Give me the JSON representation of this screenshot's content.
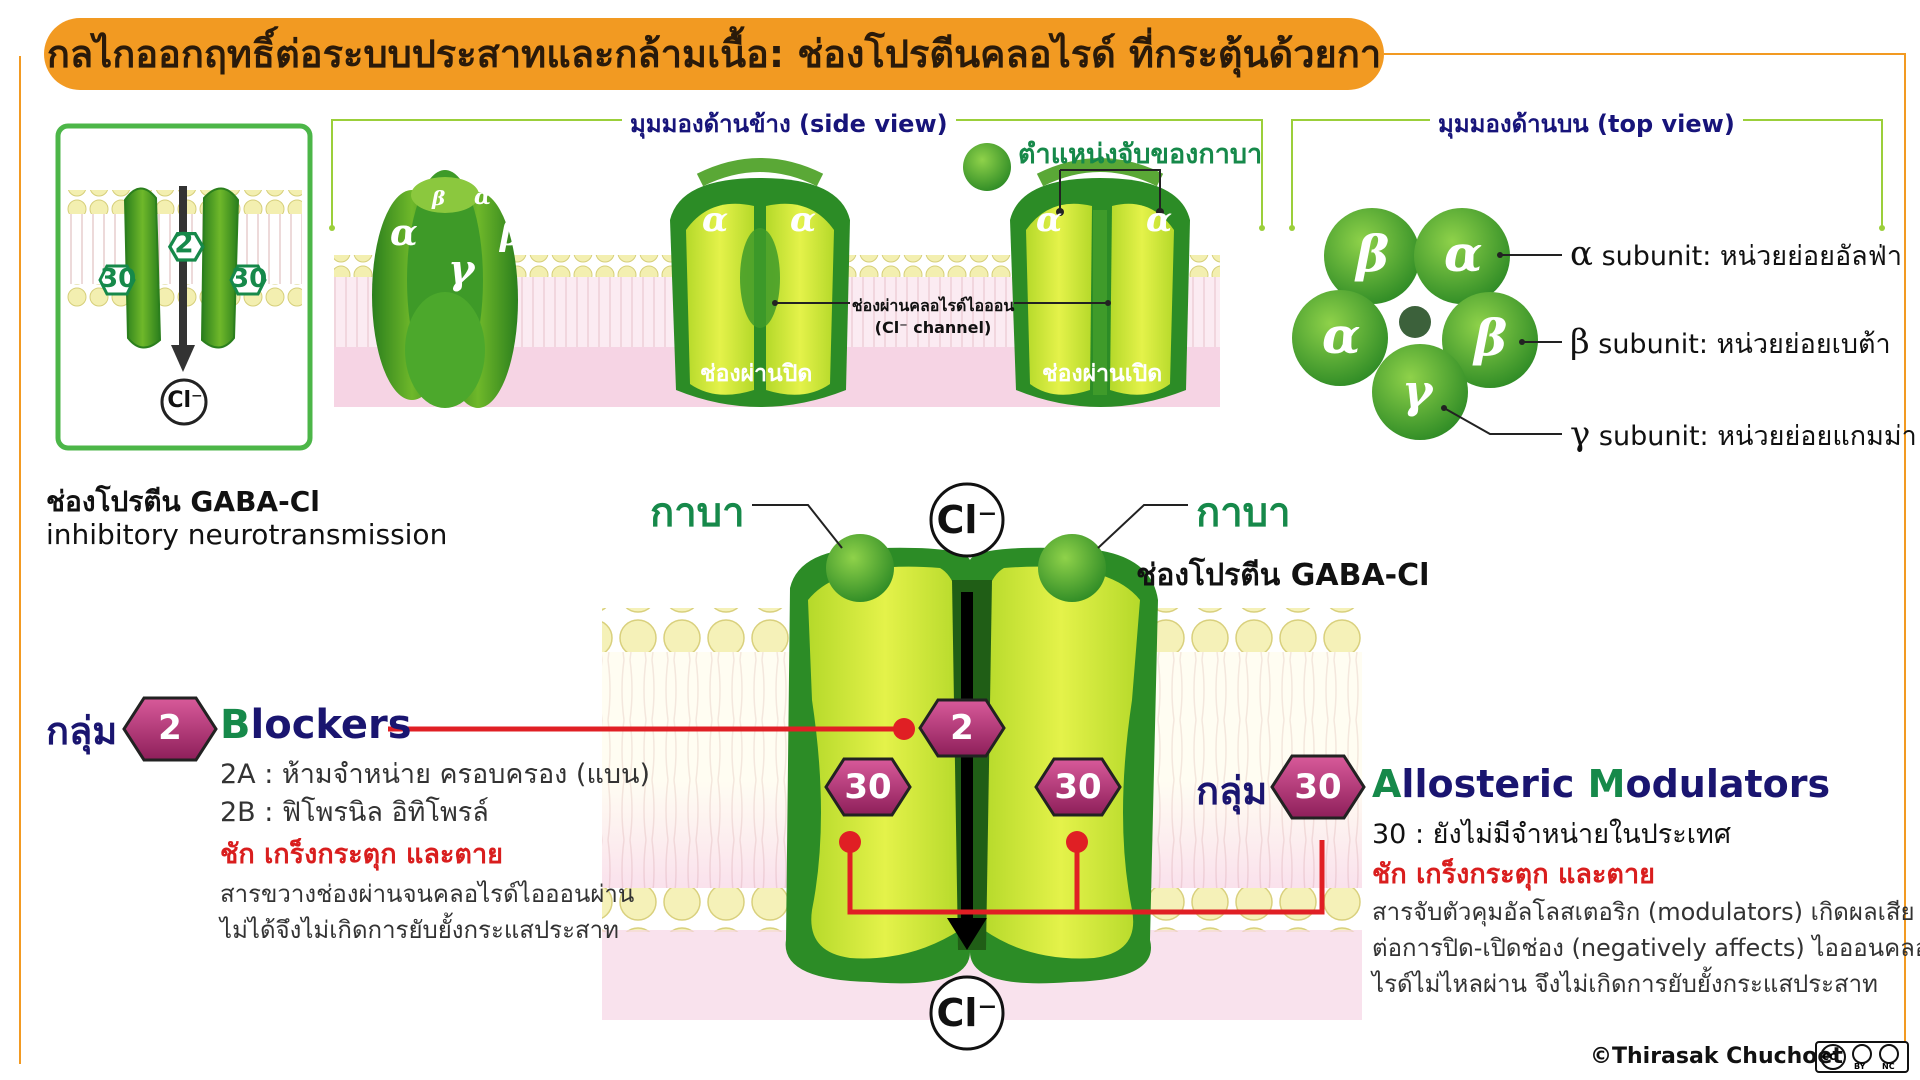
{
  "title": "กลไกออกฤทธิ์ต่อระบบประสาทและกล้ามเนื้อ: ช่องโปรตีนคลอไรด์ ที่กระตุ้นด้วยกาบา",
  "views": {
    "side_view_label": "มุมมองด้านข้าง (side view)",
    "top_view_label": "มุมมองด้านบน (top view)",
    "binding_site_label": "ตำแหน่งจับของกาบา",
    "channel_label_line1": "ช่องผ่านคลอไรด์ไอออน",
    "channel_label_line2": "(Cl⁻ channel)",
    "pore_label_left": "ช่องผ่านปิด",
    "pore_label_right": "ช่องผ่านเปิด"
  },
  "subunits": {
    "alpha": "α",
    "beta": "β",
    "gamma": "γ",
    "legend": [
      {
        "symbol": "α",
        "text": "subunit: หน่วยย่อยอัลฟ่า"
      },
      {
        "symbol": "β",
        "text": "subunit: หน่วยย่อยเบต้า"
      },
      {
        "symbol": "γ",
        "text": "subunit: หน่วยย่อยแกมม่า"
      }
    ]
  },
  "inset": {
    "badge_2": "2",
    "badge_30": "30",
    "ion": "Cl⁻",
    "caption_line1": "ช่องโปรตีน GABA-Cl",
    "caption_line2": "inhibitory neurotransmission"
  },
  "main": {
    "ion_top": "Cl⁻",
    "ion_bottom": "Cl⁻",
    "gaba_left": "กาบา",
    "gaba_right": "กาบา",
    "channel_name": "ช่องโปรตีน GABA-Cl",
    "badge_2": "2",
    "badge_30": "30"
  },
  "blockers": {
    "group_word": "กลุ่ม",
    "group_number": "2",
    "title_initial": "B",
    "title_rest": "lockers",
    "line_2a": "2A : ห้ามจำหน่าย ครอบครอง (แบน)",
    "line_2b": "2B : ฟิโพรนิล อิทิโพรล์",
    "symptoms": "ชัก เกร็งกระตุก และตาย",
    "desc_line1": "สารขวางช่องผ่านจนคลอไรด์ไอออนผ่าน",
    "desc_line2": "ไม่ได้จึงไม่เกิดการยับยั้งกระแสประสาท"
  },
  "modulators": {
    "group_word": "กลุ่ม",
    "group_number": "30",
    "title_a": "A",
    "title_a_rest": "llosteric ",
    "title_m": "M",
    "title_m_rest": "odulators",
    "line_30": "30 : ยังไม่มีจำหน่ายในประเทศ",
    "symptoms": "ชัก เกร็งกระตุก และตาย",
    "desc_line1": "สารจับตัวคุมอัลโลสเตอริก (modulators) เกิดผลเสีย",
    "desc_line2": "ต่อการปิด-เปิดช่อง (negatively affects) ไอออนคลอ",
    "desc_line3": "ไรด์ไม่ไหลผ่าน จึงไม่เกิดการยับยั้งกระแสประสาท"
  },
  "credit": "©Thirasak Chuchoet",
  "license": {
    "cc": "cc",
    "by": "BY",
    "nc": "NC"
  },
  "colors": {
    "title_bg": "#f29a22",
    "frame": "#9bcf3a",
    "subunit_dark": "#2e8b22",
    "subunit_light": "#c9e22c",
    "blocker_red": "#d91e1e",
    "badge_magenta": "#b3306f",
    "navy": "#1a1570"
  }
}
